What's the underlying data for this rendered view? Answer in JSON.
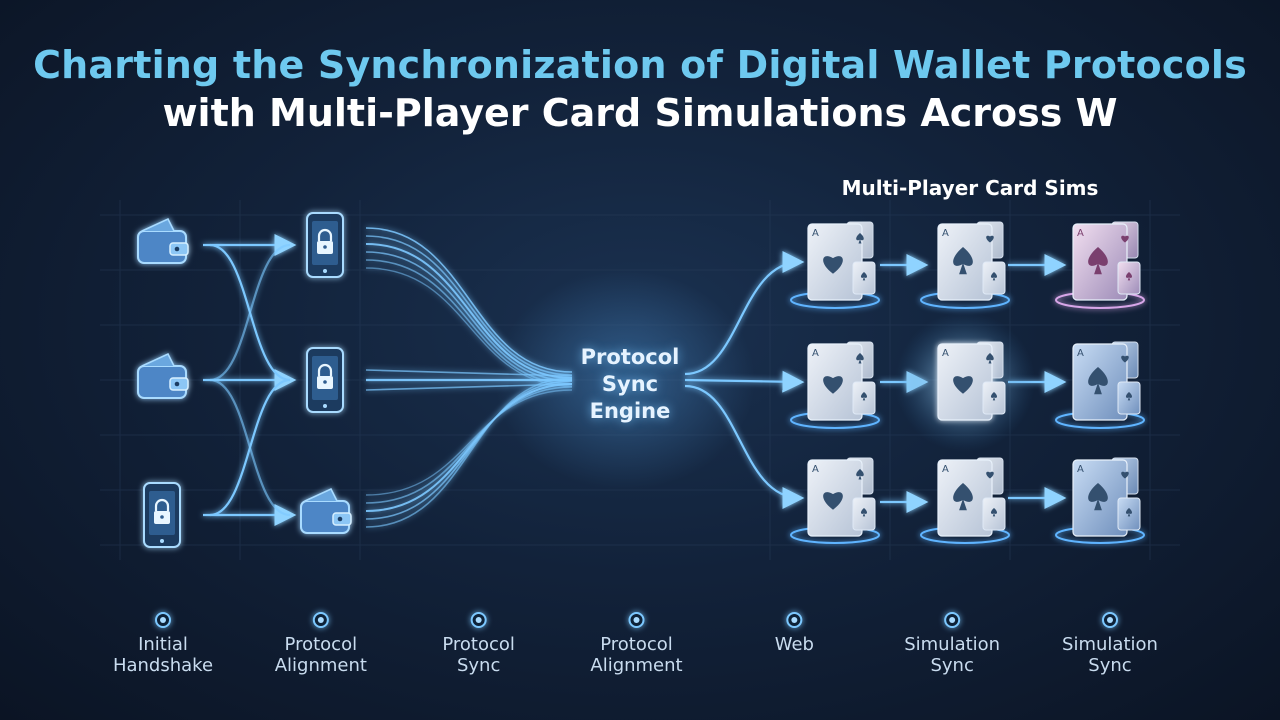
{
  "title": {
    "line1": "Charting the Synchronization of Digital Wallet Protocols",
    "line2": "with Multi-Player Card Simulations Across W"
  },
  "engine": {
    "line1": "Protocol",
    "line2": "Sync",
    "line3": "Engine"
  },
  "sims_title": "Multi-Player Card Sims",
  "left_column_icons": [
    "wallet-icon",
    "wallet-icon",
    "phone-lock-icon"
  ],
  "middle_column_icons": [
    "phone-lock-icon",
    "phone-lock-icon",
    "wallet-icon"
  ],
  "card_grid": [
    [
      "ace-heart-card",
      "ace-spade-card",
      "ace-spade-card-pink"
    ],
    [
      "ace-heart-card",
      "ace-heart-card-glow",
      "ace-spade-card"
    ],
    [
      "ace-heart-card",
      "ace-spade-card",
      "ace-spade-card"
    ]
  ],
  "stages": [
    {
      "line1": "Initial",
      "line2": "Handshake"
    },
    {
      "line1": "Protocol",
      "line2": "Alignment"
    },
    {
      "line1": "Protocol",
      "line2": "Sync"
    },
    {
      "line1": "Protocol",
      "line2": "Alignment"
    },
    {
      "line1": "Web",
      "line2": ""
    },
    {
      "line1": "Simulation",
      "line2": "Sync"
    },
    {
      "line1": "Simulation",
      "line2": "Sync"
    }
  ],
  "colors": {
    "accent": "#6ec9ef",
    "line": "#7cc8ff",
    "icon": "#8cc6f5",
    "background": "#12223a",
    "title_white": "#ffffff"
  }
}
